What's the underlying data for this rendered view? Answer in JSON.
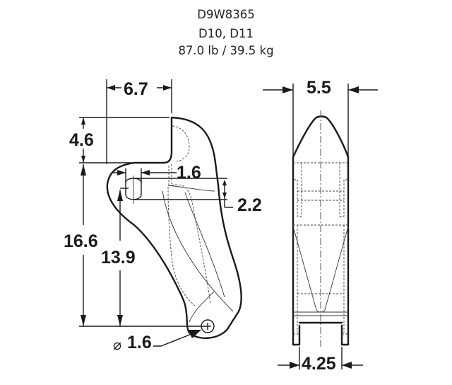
{
  "header": {
    "part_number": "D9W8365",
    "models": "D10, D11",
    "weight": "87.0 lb / 39.5 kg"
  },
  "side_view": {
    "dim_top_width": "6.7",
    "dim_top_height": "4.6",
    "dim_pin_offset": "1.6",
    "dim_slot_height": "2.2",
    "dim_overall_height": "16.6",
    "dim_pin_to_hole": "13.9",
    "dim_hole_diameter_symbol": "⌀",
    "dim_hole_diameter": "1.6"
  },
  "front_view": {
    "dim_overall_width": "5.5",
    "dim_inner_width": "4.25"
  },
  "colors": {
    "line": "#1a1a1a",
    "text": "#222222",
    "background": "#ffffff"
  }
}
